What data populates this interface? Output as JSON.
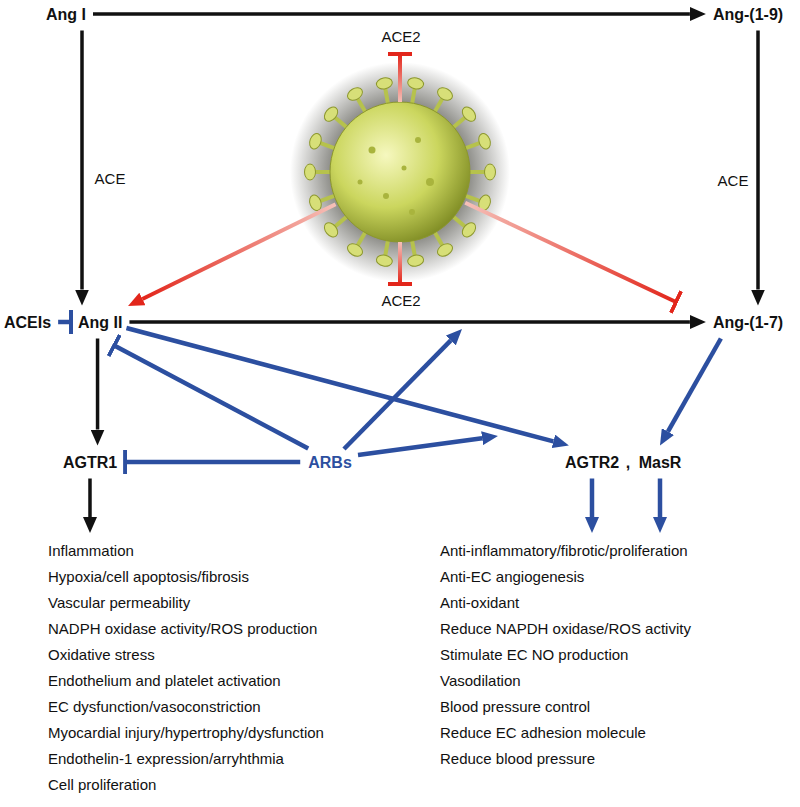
{
  "diagram": {
    "nodes": [
      {
        "text": [
          "Ang I"
        ]
      },
      {
        "text": [
          "Ang-(1-9)"
        ]
      },
      {
        "text": [
          "ACEIs"
        ]
      },
      {
        "text": [
          "Ang II"
        ]
      },
      {
        "text": [
          "Ang-(1-7)"
        ]
      },
      {
        "text": [
          "AGTR1"
        ]
      },
      {
        "text": [
          "ARBs"
        ]
      },
      {
        "text": [
          "AGTR2"
        ]
      },
      {
        "text": [
          "MasR"
        ]
      },
      {
        "text": [
          "Inflammation",
          "Hypoxia/cell apoptosis/fibrosis",
          "Vascular permeability",
          "NADPH oxidase activity/ROS production",
          "Oxidative stress",
          "Endothelium and platelet activation",
          "EC dysfunction/vasoconstriction",
          "Myocardial injury/hypertrophy/dysfunction",
          "Endothelin-1 expression/arryhthmia",
          "Cell proliferation"
        ]
      },
      {
        "text": [
          "Anti-inflammatory/fibrotic/proliferation",
          "Anti-EC angiogenesis",
          "Anti-oxidant",
          "Reduce NAPDH oxidase/ROS activity",
          "Stimulate EC NO production",
          "Vasodilation",
          "Blood pressure control",
          "Reduce EC adhesion molecule",
          "Reduce blood pressure"
        ]
      }
    ],
    "edges": [
      {
        "from": 0,
        "to": 1,
        "arrow": "to",
        "label": "ACE2"
      },
      {
        "from": 0,
        "to": 3,
        "arrow": "to",
        "label": "ACE"
      },
      {
        "from": 1,
        "to": 4,
        "arrow": "to",
        "label": "ACE"
      },
      {
        "from": 3,
        "to": 4,
        "arrow": "to",
        "label": "ACE2"
      },
      {
        "from": 2,
        "to": 3,
        "arrow": "to"
      },
      {
        "from": 3,
        "to": 5,
        "arrow": "to"
      },
      {
        "from": 3,
        "to": 7,
        "arrow": "to"
      },
      {
        "from": 4,
        "to": 8,
        "arrow": "to"
      },
      {
        "from": 6,
        "to": 5,
        "arrow": "to"
      },
      {
        "from": 6,
        "to": 3,
        "arrow": "to"
      },
      {
        "from": 5,
        "to": 9,
        "arrow": "to"
      },
      {
        "from": 7,
        "to": 10,
        "arrow": "to"
      },
      {
        "from": 8,
        "to": 10,
        "arrow": "to"
      }
    ],
    "labels": [
      ","
    ]
  }
}
